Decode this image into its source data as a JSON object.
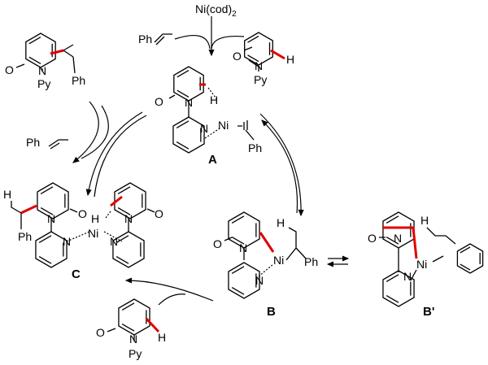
{
  "reagent": {
    "catalyst": "Ni(cod)",
    "catalyst_sub": "2",
    "styrene_ph": "Ph"
  },
  "substrate_top": {
    "O": "O",
    "N": "N",
    "Py": "Py",
    "H": "H"
  },
  "product": {
    "O": "O",
    "N": "N",
    "Py": "Py",
    "Ph": "Ph"
  },
  "styrene_left": {
    "Ph": "Ph"
  },
  "A": {
    "label": "A",
    "O": "O",
    "N1": "N",
    "N2": "N",
    "H": "H",
    "Ni": "Ni",
    "Ph": "Ph"
  },
  "B": {
    "label": "B",
    "O": "O",
    "N1": "N",
    "N2": "N",
    "H": "H",
    "Ni": "Ni",
    "Ph": "Ph"
  },
  "Bp": {
    "label": "B'",
    "O": "O",
    "N1": "N",
    "N2": "N",
    "H": "H",
    "Ni": "Ni"
  },
  "C": {
    "label": "C",
    "O1": "O",
    "O2": "O",
    "N": "N",
    "H1": "H",
    "H2": "H",
    "Ni": "Ni",
    "Ph": "Ph"
  },
  "substrate_bottom": {
    "O": "O",
    "N": "N",
    "Py": "Py",
    "H": "H"
  }
}
